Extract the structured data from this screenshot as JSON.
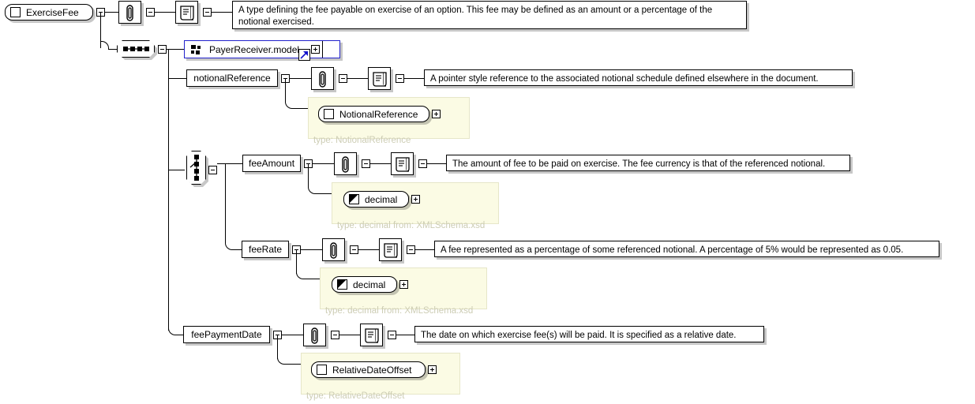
{
  "diagram": {
    "title": "ExerciseFee",
    "root": {
      "name": "ExerciseFee",
      "icon": "complex-type-icon"
    },
    "root_documentation": "A type defining the fee payable on exercise of an option. This fee may be defined as an amount or a percentage of the notional exercised.",
    "compositors": {
      "sequence": "sequence-compositor-icon",
      "choice": "choice-compositor-icon"
    },
    "group_reference": {
      "label": "PayerReceiver.model",
      "icon": "model-group-icon",
      "overlay_icon": "external-link-arrow-icon",
      "expander": "+"
    },
    "elements": [
      {
        "name": "notionalReference",
        "documentation": "A pointer style reference to the associated notional schedule defined elsewhere in the document.",
        "type_node": "NotionalReference",
        "type_node_icon": "complex-type-icon",
        "type_caption": "type: NotionalReference",
        "expander": "+"
      },
      {
        "name": "feeAmount",
        "documentation": "The amount of fee to be paid on exercise. The fee currency is that of the referenced notional.",
        "type_node": "decimal",
        "type_node_icon": "simple-type-icon",
        "type_caption": "type: decimal from: XMLSchema.xsd",
        "expander": "+"
      },
      {
        "name": "feeRate",
        "documentation": "A fee represented as a percentage of some referenced notional. A percentage of 5% would be represented as 0.05.",
        "type_node": "decimal",
        "type_node_icon": "simple-type-icon",
        "type_caption": "type: decimal from: XMLSchema.xsd",
        "expander": "+"
      },
      {
        "name": "feePaymentDate",
        "documentation": "The date on which exercise fee(s) will be paid. It is specified as a relative date.",
        "type_node": "RelativeDateOffset",
        "type_node_icon": "complex-type-icon",
        "type_caption": "type: RelativeDateOffset",
        "expander": "+"
      }
    ],
    "icons": {
      "annotation": "paperclip-icon",
      "documentation": "documentation-scroll-icon"
    },
    "colors": {
      "background": "#ffffff",
      "line": "#000000",
      "type_panel_fill": "#fbfbe4",
      "type_panel_border": "#e6e6c8",
      "type_caption_text": "#cdcdb4",
      "group_border": "#2222cc"
    }
  }
}
